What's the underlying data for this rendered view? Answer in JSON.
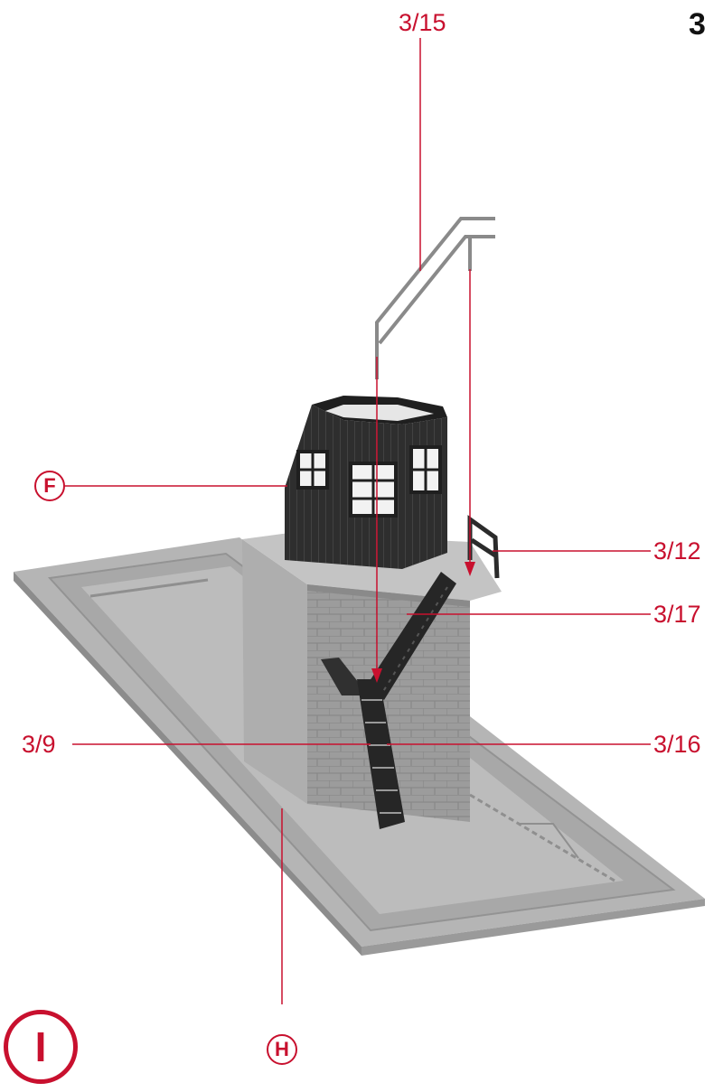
{
  "page_number": "3",
  "language_badge": "I",
  "callouts": {
    "c_3_15": "3/15",
    "c_3_12": "3/12",
    "c_3_17": "3/17",
    "c_3_9": "3/9",
    "c_3_16": "3/16"
  },
  "part_labels": {
    "F": "F",
    "H": "H"
  },
  "colors": {
    "callout_red": "#c8102e",
    "model_grey": "#a9a9a9",
    "cabin_dark": "#2b2b2b"
  }
}
